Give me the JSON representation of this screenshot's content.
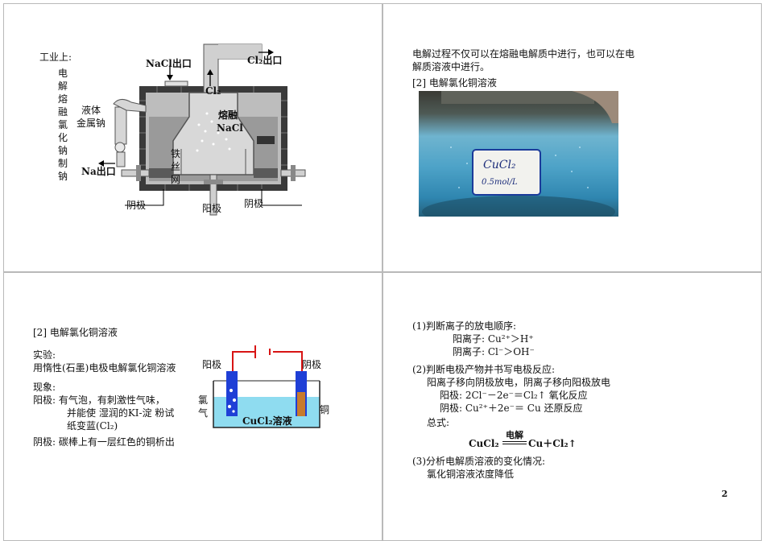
{
  "slide1": {
    "industry_label": "工业上:",
    "vertical_title": "电解熔融氯化钠制钠",
    "nacl_inlet": "NaCl出口",
    "cl2_outlet": "Cl₂出口",
    "cl2_label": "Cl₂",
    "liquid_sodium": [
      "液体",
      "金属钠"
    ],
    "molten_nacl": [
      "熔融",
      "NaCl"
    ],
    "iron_mesh": "铁丝网",
    "na_outlet": "Na出口",
    "cathode_left": "阴极",
    "anode": "阳极",
    "cathode_right": "阴极"
  },
  "slide2": {
    "intro_line1": "电解过程不仅可以在熔融电解质中进行，也可以在电",
    "intro_line2": "解质溶液中进行。",
    "heading": "[2] 电解氯化铜溶液",
    "bottle_label_line1": "CuCl₂",
    "bottle_label_line2": "0.5mol/L"
  },
  "slide3": {
    "heading": "[2] 电解氯化铜溶液",
    "experiment": "实验:",
    "experiment_desc": "用惰性(石墨)电极电解氯化铜溶液",
    "phenomenon": "现象:",
    "anode_obs1": "阳极: 有气泡，有刺激性气味，",
    "anode_obs2": "并能使 湿润的KI-淀 粉试",
    "anode_obs3": "纸变蓝(Cl₂)",
    "cathode_obs": "阴极: 碳棒上有一层红色的铜析出",
    "diagram_anode": "阳极",
    "diagram_cathode": "阴极",
    "chlorine_gas": "氯气",
    "copper": "铜",
    "solution": "CuCl₂溶液"
  },
  "slide4": {
    "q1": "(1)判断离子的放电顺序:",
    "cations": "阳离子: Cu²⁺＞H⁺",
    "anions": "阴离子: Cl⁻＞OH⁻",
    "q2": "(2)判断电极产物并书写电极反应:",
    "migration": "阳离子移向阴极放电，阴离子移向阳极放电",
    "anode_rxn": "阳极: 2Cl⁻－2e⁻＝Cl₂↑ 氧化反应",
    "cathode_rxn": "阴极: Cu²⁺＋2e⁻＝ Cu   还原反应",
    "overall": "总式:",
    "eq_left": "CuCl₂",
    "eq_condition": "电解",
    "eq_right": "Cu＋Cl₂↑",
    "q3": "(3)分析电解质溶液的变化情况:",
    "conclusion": "氯化铜溶液浓度降低",
    "page_number": "2"
  },
  "colors": {
    "furnace_wall": "#3a3a3a",
    "furnace_fill": "#bdbdbd",
    "solution_blue": "#8fdcf0",
    "electrode_blue": "#1f3fd6",
    "wire_red": "#d81414",
    "copper_rod": "#c87a2c"
  }
}
